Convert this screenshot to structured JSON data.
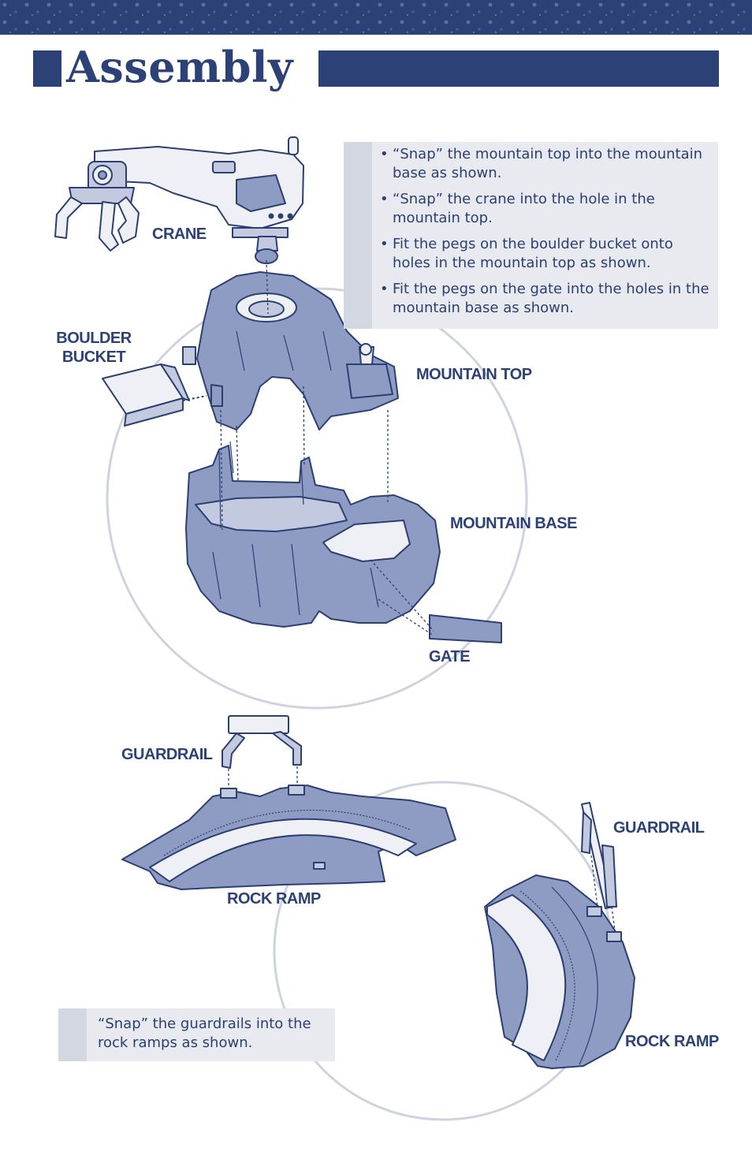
{
  "header": {
    "title": "Assembly"
  },
  "instructions_main": {
    "items": [
      "“Snap” the mountain top into the mountain base as shown.",
      "“Snap” the crane into the hole in the mountain top.",
      "Fit the pegs on the boulder bucket onto holes in the mountain top as shown.",
      "Fit the pegs on the gate into the holes in the mountain base as shown."
    ],
    "bullet": "•"
  },
  "instructions_guardrail": {
    "text": "“Snap” the guardrails into the rock ramps as shown."
  },
  "labels": {
    "crane": "CRANE",
    "boulder_bucket_line1": "BOULDER",
    "boulder_bucket_line2": "BUCKET",
    "mountain_top": "MOUNTAIN TOP",
    "mountain_base": "MOUNTAIN BASE",
    "gate": "GATE",
    "guardrail_top": "GUARDRAIL",
    "rock_ramp_left": "ROCK RAMP",
    "guardrail_right": "GUARDRAIL",
    "rock_ramp_right": "ROCK RAMP"
  },
  "colors": {
    "brand_navy": "#2c4276",
    "part_fill": "#8e9cc4",
    "outline": "#2b3f72",
    "circle_guide": "#cfd3df",
    "note_bg": "#e8eaf0"
  }
}
